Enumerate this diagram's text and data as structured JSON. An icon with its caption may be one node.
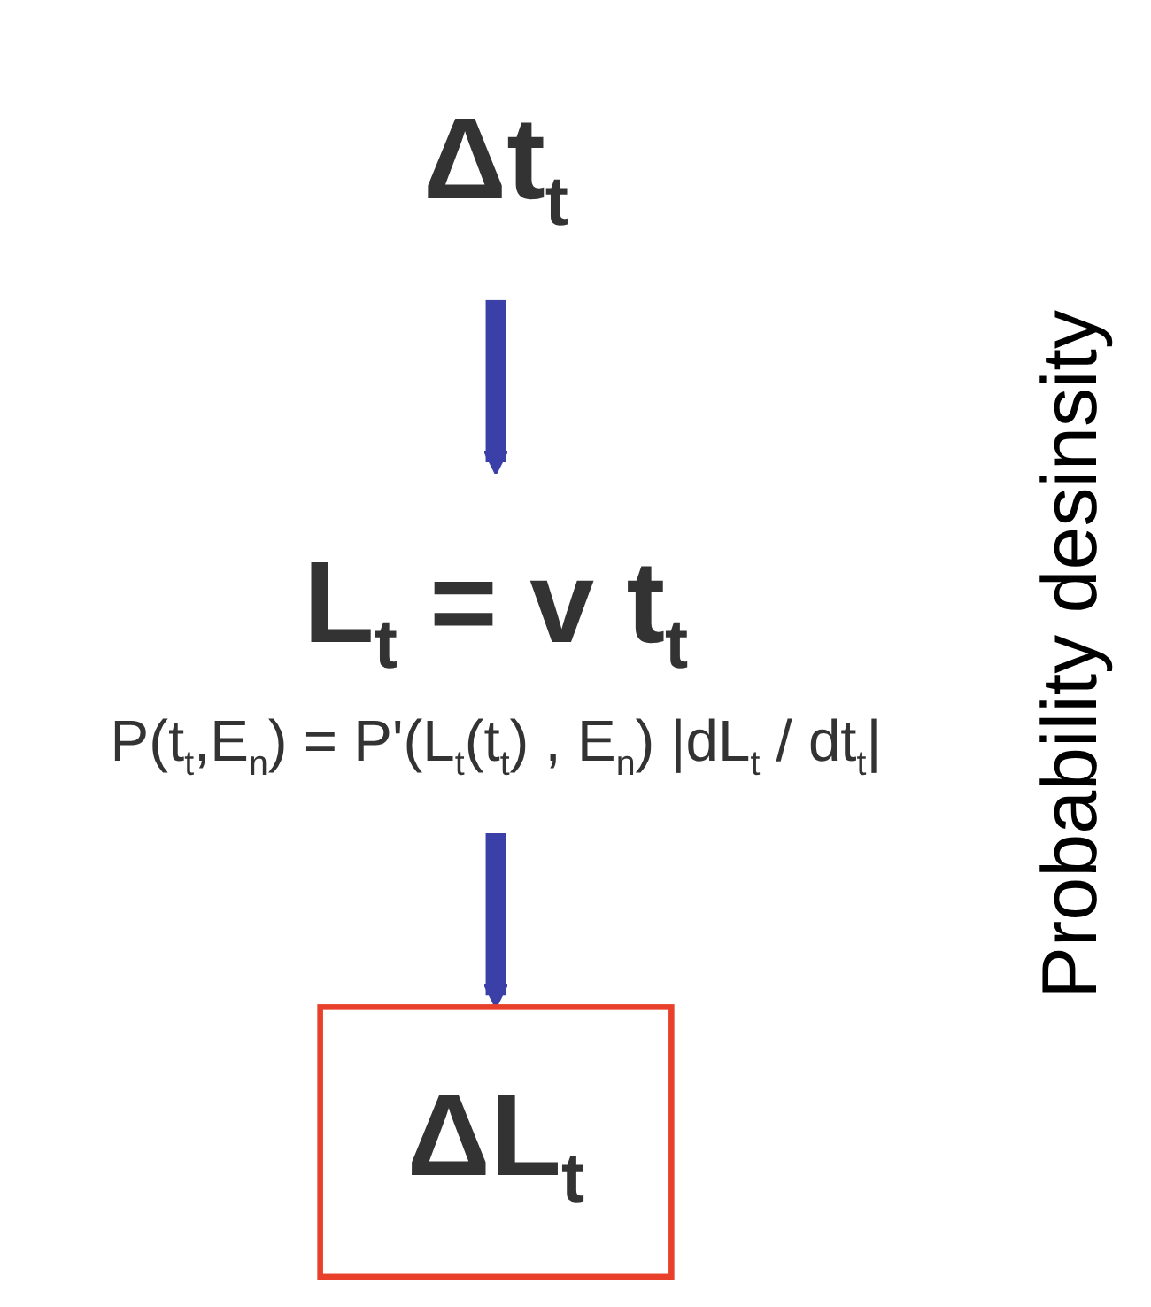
{
  "diagram": {
    "nodes": [
      {
        "text": [
          "Δt$_{t}$"
        ]
      },
      {
        "text": [
          "L$_{t}$ = v t$_{t}$",
          "P(t$_{t}$,E$_{n}$) = P'(L$_{t}$(t$_{t}$) , E$_{n}$) |dL$_{t}$ / dt$_{t}$|"
        ]
      },
      {
        "text": [
          "ΔL$_{t}$"
        ]
      }
    ],
    "edges": [
      {
        "from": 0,
        "to": 1,
        "arrow": "to"
      },
      {
        "from": 1,
        "to": 2,
        "arrow": "to"
      }
    ],
    "labels": [
      "Probability desinsity"
    ]
  }
}
